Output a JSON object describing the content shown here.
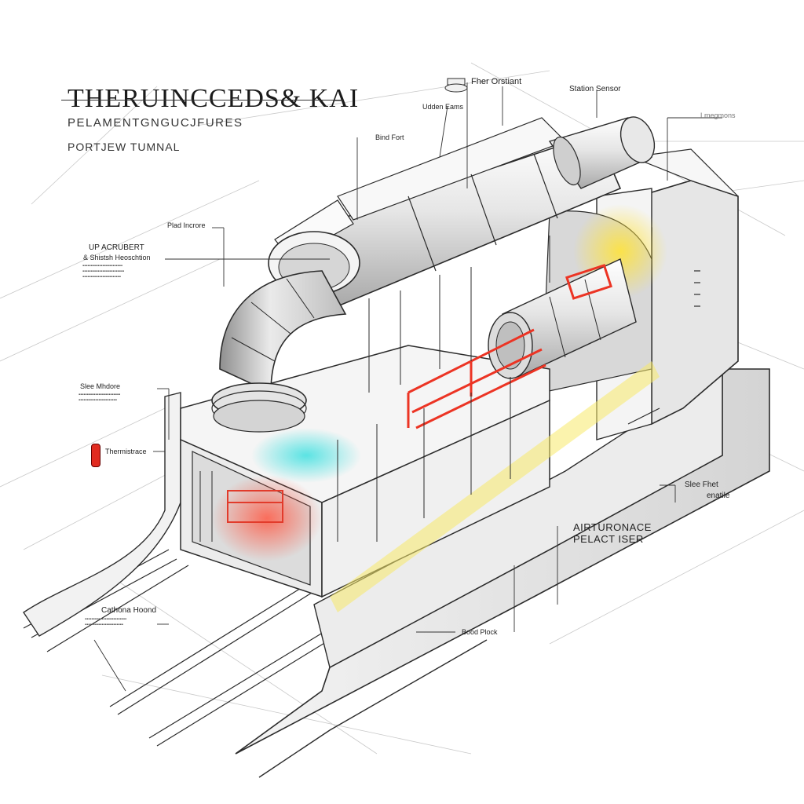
{
  "title": {
    "main": "THERUINCCEDS& KAI",
    "sub": "PELAMENTGNGUCJFURES",
    "sub2": "PORTJEW TUMNAL"
  },
  "callouts": {
    "fher_orstiant": "Fher Orstiant",
    "station_sensor": "Station Sensor",
    "udden_eams": "Udden Eams",
    "bind_fort": "Bind Fort",
    "right_top": "Lmegmons",
    "plan_incrore": "Plad Incrore",
    "up_acrubert": "UP ACRUBERT",
    "shist_heoschtion": "& Shistsh Heoschtion",
    "slee_mhdore": "Slee Mhdore",
    "thermistrace": "Thermistrace",
    "slee_fhet": "Slee Fhet",
    "slee_fhet_sub": "enatile",
    "airturonace": "AIRTURONACE",
    "pelact_iser": "PELACT ISER",
    "cathona_hoond": "Cathona Hoond",
    "bood_plock": "Bood Plock"
  },
  "colors": {
    "line": "#2b2b2b",
    "shade": "#d9d9d9",
    "heat_red": "#f04030",
    "heat_yellow": "#f4d21a",
    "cool_cyan": "#3fd6d8",
    "marker": "#e12b20"
  },
  "icons": {
    "marker": "status-marker-icon",
    "top_valve": "valve-icon"
  }
}
